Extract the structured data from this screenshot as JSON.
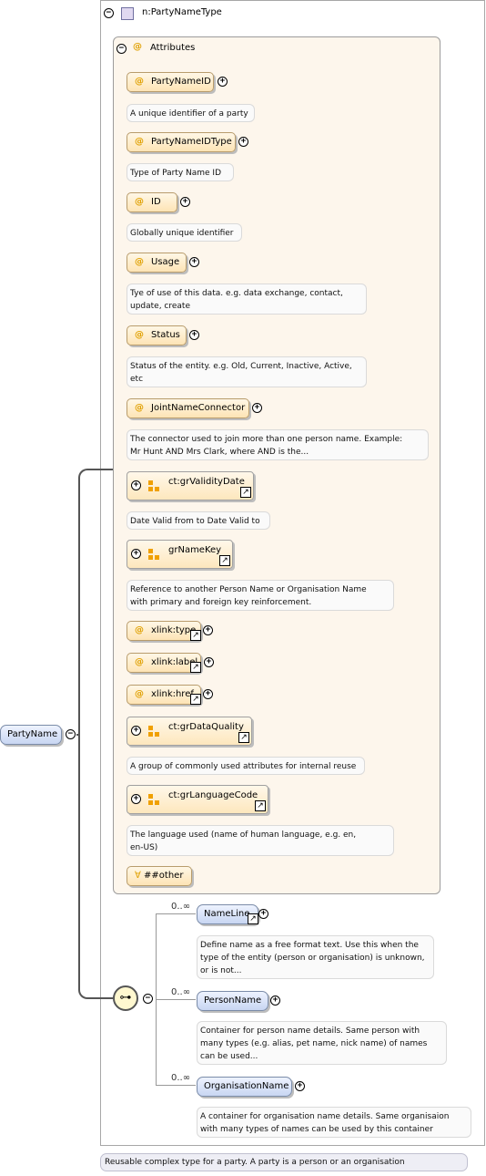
{
  "root_element": "PartyName",
  "type_name": "n:PartyNameType",
  "attributes_label": "Attributes",
  "attributes": [
    {
      "name": "PartyNameID",
      "doc": "A unique identifier of a party"
    },
    {
      "name": "PartyNameIDType",
      "doc": "Type of Party Name ID"
    },
    {
      "name": "ID",
      "doc": "Globally unique identifier"
    },
    {
      "name": "Usage",
      "doc_lines": [
        "Tye of use of this data. e.g. data exchange, contact,",
        "update, create"
      ]
    },
    {
      "name": "Status",
      "doc_lines": [
        "Status of the entity. e.g. Old, Current, Inactive, Active,",
        "etc"
      ]
    },
    {
      "name": "JointNameConnector",
      "doc_lines": [
        "The connector used to join more than one person name. Example:",
        "Mr Hunt AND Mrs Clark, where AND is the..."
      ]
    }
  ],
  "groups": [
    {
      "name": "ct:grValidityDate",
      "doc": "Date Valid from to Date Valid to"
    },
    {
      "name": "grNameKey",
      "doc_lines": [
        "Reference to another Person Name or Organisation Name",
        "with primary and foreign key reinforcement."
      ]
    },
    {
      "name": "ct:grDataQuality",
      "doc": "A group of commonly used attributes for internal reuse"
    },
    {
      "name": "ct:grLanguageCode",
      "doc_lines": [
        "The language used (name of human language, e.g. en,",
        "en-US)"
      ]
    }
  ],
  "xlink_attributes": [
    "xlink:type",
    "xlink:label",
    "xlink:href"
  ],
  "any_attribute": "##other",
  "children": [
    {
      "name": "NameLine",
      "cardinality": "0..∞",
      "doc_lines": [
        "Define name as a free format text. Use this when the",
        "type of the entity (person or organisation) is unknown,",
        "or is not..."
      ]
    },
    {
      "name": "PersonName",
      "cardinality": "0..∞",
      "doc_lines": [
        "Container for person name details. Same person with",
        "many types (e.g. alias, pet name, nick name) of names",
        "can be used..."
      ]
    },
    {
      "name": "OrganisationName",
      "cardinality": "0..∞",
      "doc_lines": [
        "A container for organisation name details. Same organisaion",
        "with many types of names can be used by this container"
      ]
    }
  ],
  "type_doc": "Reusable complex type for a party. A party is a person or an organisation",
  "icons": {
    "expand": "plus-circle-icon",
    "collapse": "minus-circle-icon",
    "link": "arrow-link-icon",
    "attribute": "at-sign-icon",
    "choice": "choice-compositor-icon"
  }
}
